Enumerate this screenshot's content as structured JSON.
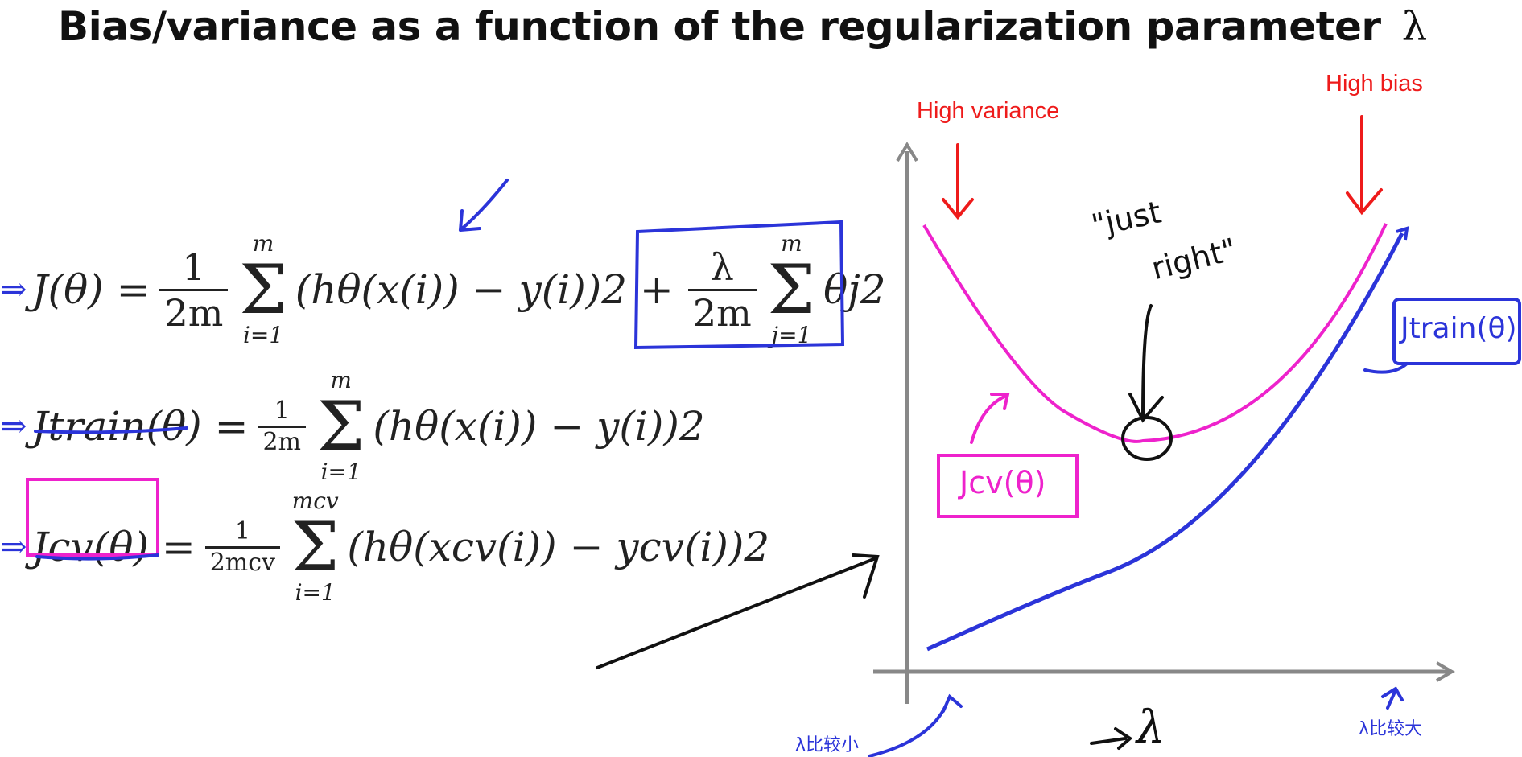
{
  "title": {
    "text": "Bias/variance as a function of the regularization parameter",
    "symbol": "λ"
  },
  "equations": {
    "cost": {
      "lhs": "J(θ) =",
      "frac_num": "1",
      "frac_den": "2m",
      "sum_top": "m",
      "sum_bot": "i=1",
      "body": "(hθ(x(i)) − y(i))2 +",
      "reg_num": "λ",
      "reg_den": "2m",
      "reg_sum_top": "m",
      "reg_sum_bot": "j=1",
      "reg_body": "θj2"
    },
    "train": {
      "lhs": "Jtrain(θ) =",
      "frac_num": "1",
      "frac_den": "2m",
      "sum_top": "m",
      "sum_bot": "i=1",
      "body": "(hθ(x(i)) − y(i))2"
    },
    "cv": {
      "lhs": "Jcv(θ) =",
      "frac_num": "1",
      "frac_den": "2mcv",
      "sum_top": "mcv",
      "sum_bot": "i=1",
      "body": "(hθ(xcv(i)) − ycv(i))2"
    }
  },
  "annotations": {
    "high_variance": "High variance",
    "high_bias": "High bias",
    "just_right_line1": "\"just",
    "just_right_line2": "right\"",
    "jcv_label": "Jcv(θ)",
    "jtrain_label": "Jtrain(θ)",
    "x_axis_label": "λ",
    "lambda_small": "λ比较小",
    "lambda_large": "λ比较大"
  },
  "colors": {
    "blue_ink": "#2b34d9",
    "magenta_ink": "#ee22cc",
    "red_ink": "#ee1b1b",
    "black_ink": "#111111",
    "axis_gray": "#888888"
  }
}
